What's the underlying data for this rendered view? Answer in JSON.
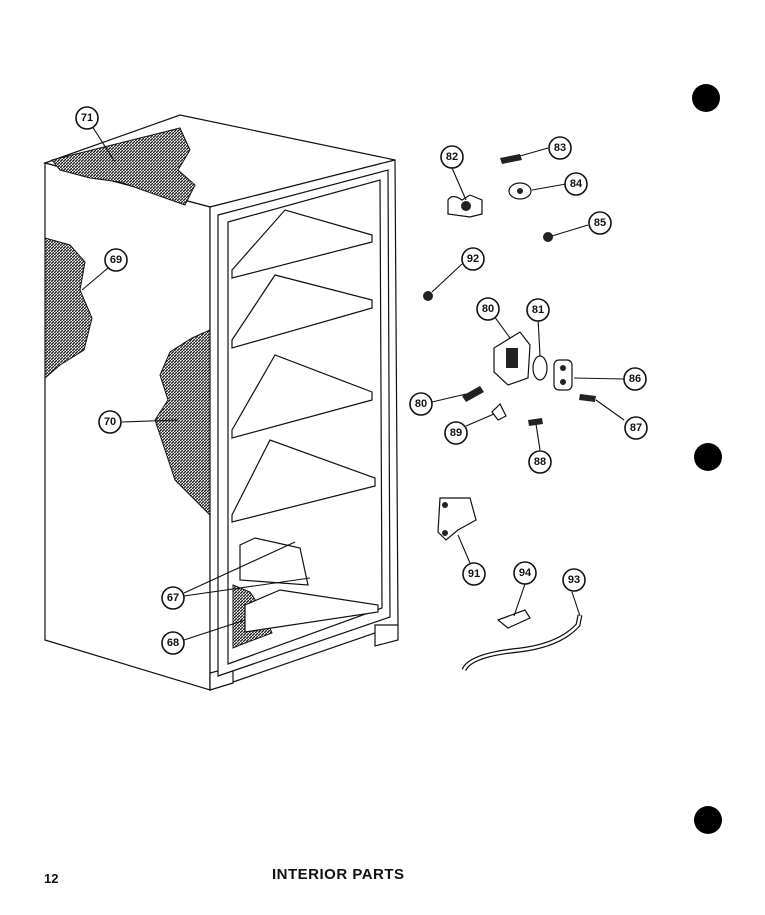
{
  "page": {
    "number": "12",
    "title": "INTERIOR PARTS"
  },
  "callouts": {
    "c71": "71",
    "c69": "69",
    "c70": "70",
    "c67": "67",
    "c68": "68",
    "c82a": "82",
    "c83": "83",
    "c84": "84",
    "c85": "85",
    "c92": "92",
    "c80a": "80",
    "c81": "81",
    "c86": "86",
    "c80b": "80",
    "c89": "89",
    "c88": "88",
    "c87": "87",
    "c91": "91",
    "c94": "94",
    "c93": "93"
  },
  "icons": {
    "punch_hole": "punch-hole-icon"
  },
  "colors": {
    "ink": "#111111",
    "paper": "#ffffff"
  }
}
